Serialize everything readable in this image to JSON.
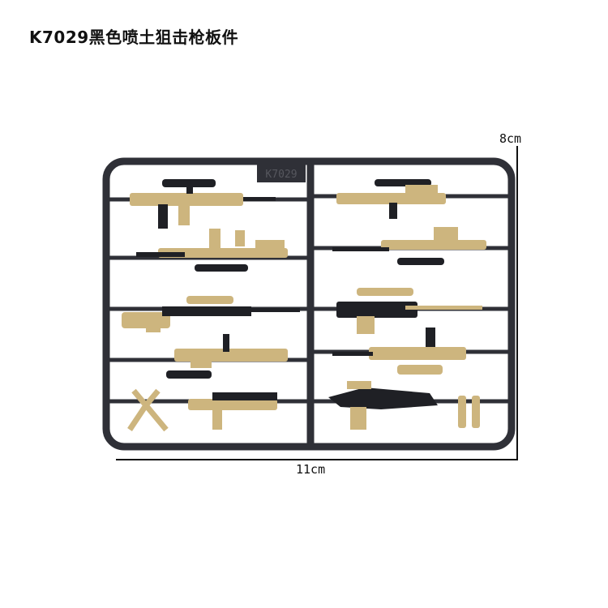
{
  "title": "K7029黑色喷土狙击枪板件",
  "frame_code": "K7029",
  "dimensions": {
    "height_label": "8cm",
    "width_label": "11cm"
  },
  "colors": {
    "frame": "#2f3037",
    "tan": "#cdb57e",
    "black": "#1f2025",
    "dimension_line": "#111111"
  }
}
